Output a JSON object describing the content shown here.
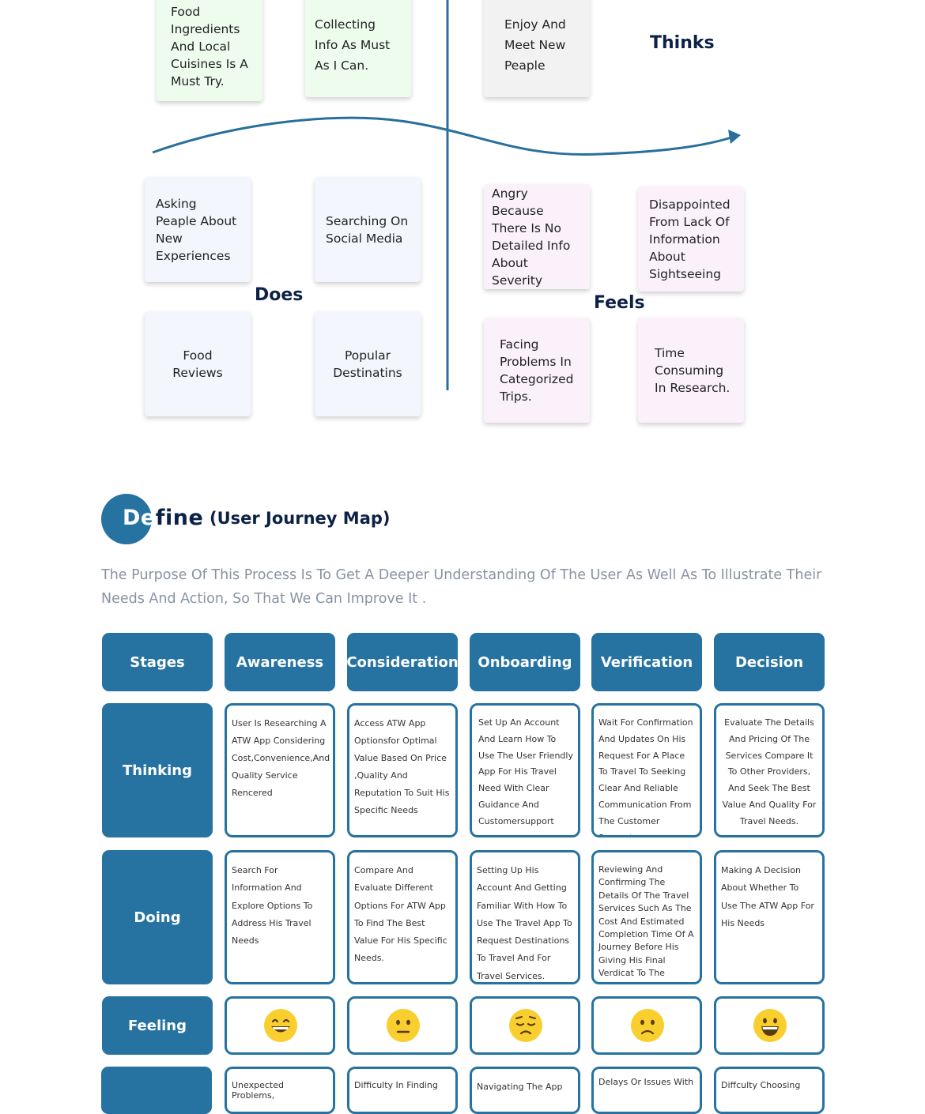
{
  "empathy_map": {
    "thinks_label": "Thinks",
    "does_label": "Does",
    "feels_label": "Feels",
    "thinks_notes": [
      "Food Ingredients And Local Cuisines Is A Must Try.",
      "Collecting Info As Must As I Can.",
      "Enjoy And Meet New Peaple"
    ],
    "does_notes": [
      "Asking Peaple About New Experiences",
      "Searching On Social Media",
      "Food Reviews",
      "Popular Destinatins"
    ],
    "feels_notes": [
      "Angry Because There Is No Detailed Info About Severity",
      "Disappointed From Lack Of Information About Sightseeing",
      "Facing Problems In Categorized Trips.",
      "Time Consuming In Research."
    ]
  },
  "define": {
    "title_white": "De",
    "title_dark": "fine",
    "subtitle": "(User Journey Map)",
    "purpose": "The Purpose Of This  Process Is To Get A Deeper Understanding Of The User  As Well As To Illustrate Their Needs And Action, So That  We Can Improve It ."
  },
  "journey": {
    "headers": [
      "Stages",
      "Awareness",
      "Consideration",
      "Onboarding",
      "Verification",
      "Decision"
    ],
    "rows": [
      {
        "label": "Thinking",
        "cells": [
          "User Is Researching A ATW App Considering Cost,Convenience,And Quality Service Rencered",
          "Access ATW App Optionsfor Optimal Value Based On Price ,Quality And Reputation To Suit His Specific Needs",
          "Set Up An Account And Learn How To Use The User Friendly App For His Travel Need With Clear Guidance And Customersupport",
          "Wait For Confirmation And Updates On His Request For A Place To Travel To Seeking Clear And Reliable Communication From The  Customer Support",
          "Evaluate The Details And Pricing Of The Services Compare It To Other Providers, And Seek The Best Value  And Quality For Travel Needs."
        ]
      },
      {
        "label": "Doing",
        "cells": [
          "Search For Information And Explore Options To Address His Travel Needs",
          "Compare And Evaluate Different Options For ATW App To Find The Best Value For His Specific Needs.",
          "Setting Up His Account And Getting Familiar With How To Use The Travel App To Request Destinations To Travel And For Travel Services.",
          "Reviewing And Confirming The Details Of The Travel Services Such As The Cost And Estimated Completion Time Of A Journey Before His Giving His Final Verdicat To The Customer Support",
          "Making A Decision About Whether To Use The ATW App For His Needs"
        ]
      },
      {
        "label": "Feeling",
        "emojis": [
          "grinning-face",
          "neutral-face",
          "pensive-face",
          "frowning-face",
          "smiling-face"
        ]
      },
      {
        "label": "",
        "cells": [
          "Unexpected Problems,",
          "Difficulty In Finding",
          "Navigating The App",
          "Delays Or Issues With",
          "Diffculty Choosing"
        ]
      }
    ]
  },
  "colors": {
    "accent": "#2673a2",
    "heading": "#0d2147",
    "muted_text": "#8893a3",
    "note_green": "#eefcee",
    "note_grey": "#f2f2f2",
    "note_blue": "#f3f6fd",
    "note_pink": "#fbf1fb",
    "emoji_yellow": "#f9ce2f"
  }
}
